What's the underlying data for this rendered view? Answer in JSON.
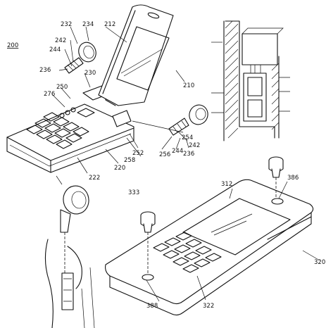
{
  "figure": {
    "labels": [
      "200",
      "232",
      "234",
      "212",
      "242",
      "244",
      "236",
      "230",
      "250",
      "276",
      "210",
      "254",
      "242",
      "252",
      "236",
      "244",
      "256",
      "258",
      "220",
      "222",
      "312",
      "386",
      "333",
      "320",
      "388",
      "322"
    ]
  }
}
